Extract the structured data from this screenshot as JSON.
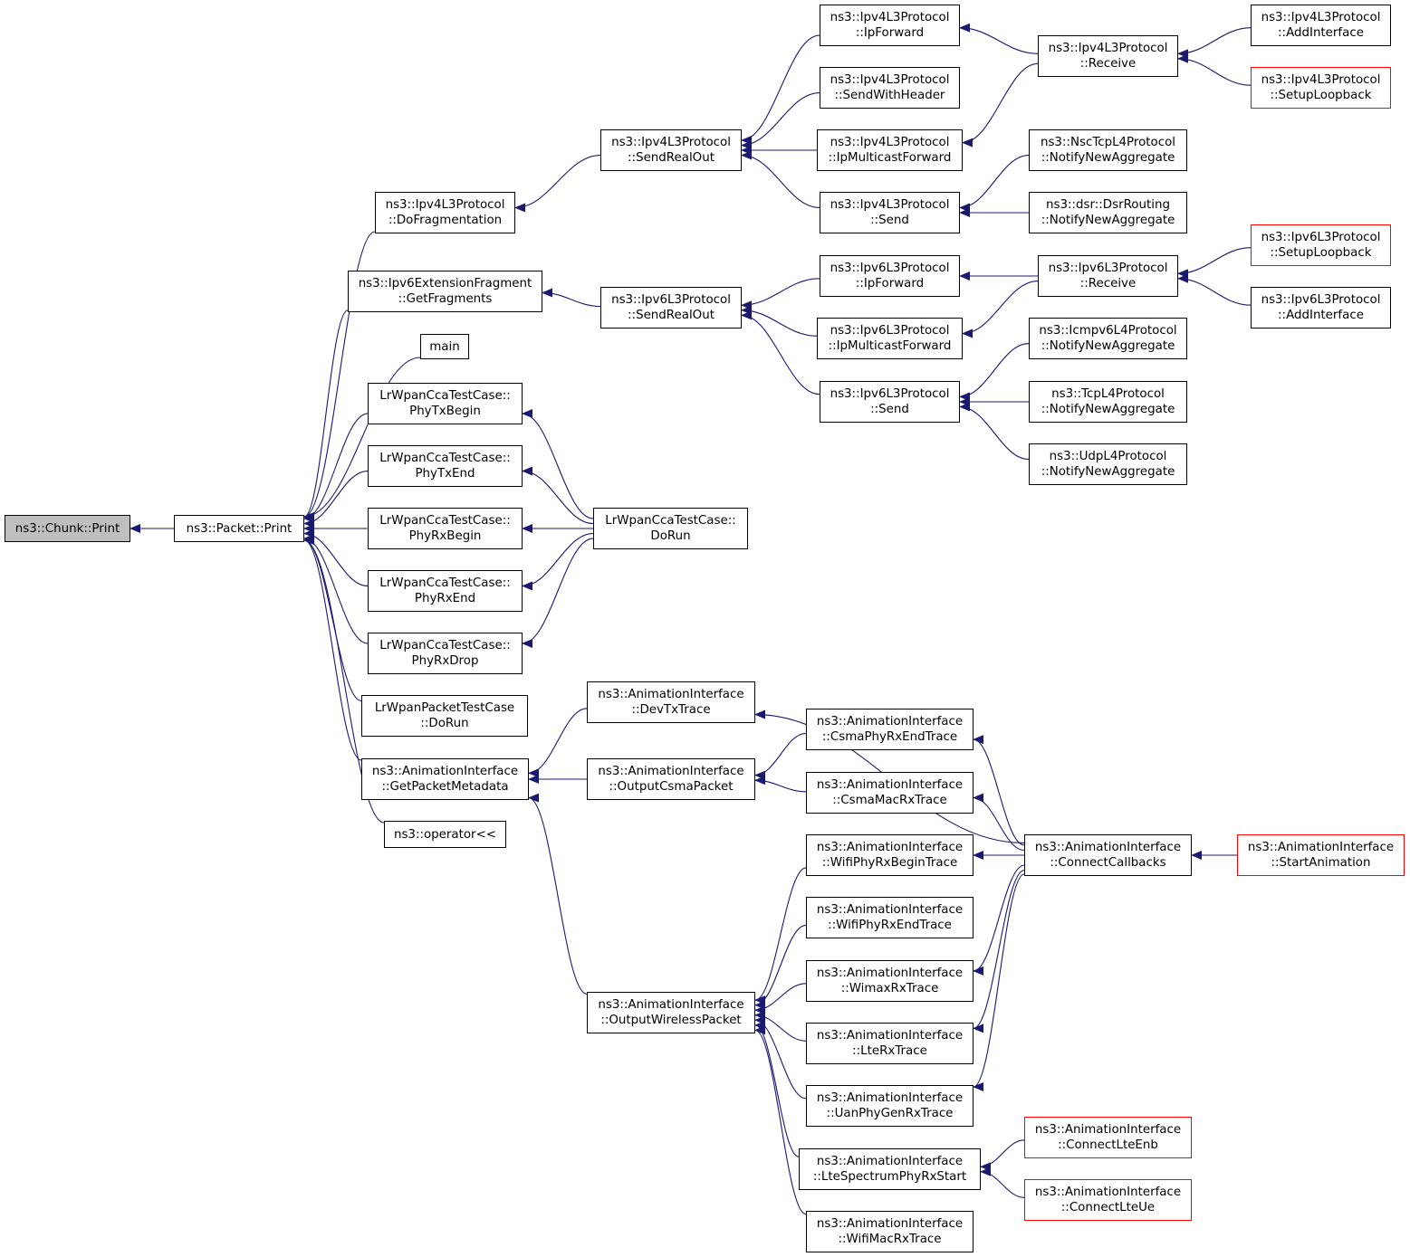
{
  "graph": {
    "colors": {
      "edge": "#191970",
      "node_border": "#000000",
      "truncated_border": "#ff0000",
      "root_fill": "#bfbfbf"
    },
    "nodes": [
      {
        "id": "chunk_print",
        "lines": [
          "ns3::Chunk::Print"
        ],
        "root": true
      },
      {
        "id": "packet_print",
        "lines": [
          "ns3::Packet::Print"
        ]
      },
      {
        "id": "ipv4_dofrag",
        "lines": [
          "ns3::Ipv4L3Protocol",
          "::DoFragmentation"
        ]
      },
      {
        "id": "ipv6ext_getfrag",
        "lines": [
          "ns3::Ipv6ExtensionFragment",
          "::GetFragments"
        ]
      },
      {
        "id": "main",
        "lines": [
          "main"
        ]
      },
      {
        "id": "lrwpan_phytxbegin",
        "lines": [
          "LrWpanCcaTestCase::",
          "PhyTxBegin"
        ]
      },
      {
        "id": "lrwpan_phytxend",
        "lines": [
          "LrWpanCcaTestCase::",
          "PhyTxEnd"
        ]
      },
      {
        "id": "lrwpan_phyrxbegin",
        "lines": [
          "LrWpanCcaTestCase::",
          "PhyRxBegin"
        ]
      },
      {
        "id": "lrwpan_phyrxend",
        "lines": [
          "LrWpanCcaTestCase::",
          "PhyRxEnd"
        ]
      },
      {
        "id": "lrwpan_phyrxdrop",
        "lines": [
          "LrWpanCcaTestCase::",
          "PhyRxDrop"
        ]
      },
      {
        "id": "lrwpan_packet_dorun",
        "lines": [
          "LrWpanPacketTestCase",
          "::DoRun"
        ]
      },
      {
        "id": "anim_getpacketmetadata",
        "lines": [
          "ns3::AnimationInterface",
          "::GetPacketMetadata"
        ]
      },
      {
        "id": "operator_lshift",
        "lines": [
          "ns3::operator<<"
        ]
      },
      {
        "id": "ipv4_sendrealout",
        "lines": [
          "ns3::Ipv4L3Protocol",
          "::SendRealOut"
        ]
      },
      {
        "id": "ipv6_sendrealout",
        "lines": [
          "ns3::Ipv6L3Protocol",
          "::SendRealOut"
        ]
      },
      {
        "id": "lrwpan_cca_dorun",
        "lines": [
          "LrWpanCcaTestCase::",
          "DoRun"
        ]
      },
      {
        "id": "anim_devtxtrace",
        "lines": [
          "ns3::AnimationInterface",
          "::DevTxTrace"
        ]
      },
      {
        "id": "anim_outputcsmapacket",
        "lines": [
          "ns3::AnimationInterface",
          "::OutputCsmaPacket"
        ]
      },
      {
        "id": "anim_outputwirelesspacket",
        "lines": [
          "ns3::AnimationInterface",
          "::OutputWirelessPacket"
        ]
      },
      {
        "id": "ipv4_ipforward",
        "lines": [
          "ns3::Ipv4L3Protocol",
          "::IpForward"
        ]
      },
      {
        "id": "ipv4_sendwithheader",
        "lines": [
          "ns3::Ipv4L3Protocol",
          "::SendWithHeader"
        ]
      },
      {
        "id": "ipv4_ipmulticastforward",
        "lines": [
          "ns3::Ipv4L3Protocol",
          "::IpMulticastForward"
        ]
      },
      {
        "id": "ipv4_send",
        "lines": [
          "ns3::Ipv4L3Protocol",
          "::Send"
        ]
      },
      {
        "id": "ipv6_ipforward",
        "lines": [
          "ns3::Ipv6L3Protocol",
          "::IpForward"
        ]
      },
      {
        "id": "ipv6_ipmulticastforward",
        "lines": [
          "ns3::Ipv6L3Protocol",
          "::IpMulticastForward"
        ]
      },
      {
        "id": "ipv6_send",
        "lines": [
          "ns3::Ipv6L3Protocol",
          "::Send"
        ]
      },
      {
        "id": "anim_csmaphyrxendtrace",
        "lines": [
          "ns3::AnimationInterface",
          "::CsmaPhyRxEndTrace"
        ]
      },
      {
        "id": "anim_csmamacrxtrace",
        "lines": [
          "ns3::AnimationInterface",
          "::CsmaMacRxTrace"
        ]
      },
      {
        "id": "anim_wifiphyrxbegintrace",
        "lines": [
          "ns3::AnimationInterface",
          "::WifiPhyRxBeginTrace"
        ]
      },
      {
        "id": "anim_wifiphyrxendtrace",
        "lines": [
          "ns3::AnimationInterface",
          "::WifiPhyRxEndTrace"
        ]
      },
      {
        "id": "anim_wimaxrxtrace",
        "lines": [
          "ns3::AnimationInterface",
          "::WimaxRxTrace"
        ]
      },
      {
        "id": "anim_lterxtrace",
        "lines": [
          "ns3::AnimationInterface",
          "::LteRxTrace"
        ]
      },
      {
        "id": "anim_uanphygenrxtrace",
        "lines": [
          "ns3::AnimationInterface",
          "::UanPhyGenRxTrace"
        ]
      },
      {
        "id": "anim_ltespectrumphyrxstart",
        "lines": [
          "ns3::AnimationInterface",
          "::LteSpectrumPhyRxStart"
        ]
      },
      {
        "id": "anim_wifimacrxtrace",
        "lines": [
          "ns3::AnimationInterface",
          "::WifiMacRxTrace"
        ]
      },
      {
        "id": "ipv4_receive",
        "lines": [
          "ns3::Ipv4L3Protocol",
          "::Receive"
        ]
      },
      {
        "id": "nsctcpl4_notify",
        "lines": [
          "ns3::NscTcpL4Protocol",
          "::NotifyNewAggregate"
        ]
      },
      {
        "id": "dsr_notify",
        "lines": [
          "ns3::dsr::DsrRouting",
          "::NotifyNewAggregate"
        ]
      },
      {
        "id": "ipv6_receive",
        "lines": [
          "ns3::Ipv6L3Protocol",
          "::Receive"
        ]
      },
      {
        "id": "icmpv6l4_notify",
        "lines": [
          "ns3::Icmpv6L4Protocol",
          "::NotifyNewAggregate"
        ]
      },
      {
        "id": "tcpl4_notify",
        "lines": [
          "ns3::TcpL4Protocol",
          "::NotifyNewAggregate"
        ]
      },
      {
        "id": "udpl4_notify",
        "lines": [
          "ns3::UdpL4Protocol",
          "::NotifyNewAggregate"
        ]
      },
      {
        "id": "anim_connectcallbacks",
        "lines": [
          "ns3::AnimationInterface",
          "::ConnectCallbacks"
        ]
      },
      {
        "id": "anim_connectlteenb",
        "lines": [
          "ns3::AnimationInterface",
          "::ConnectLteEnb"
        ],
        "truncated": true
      },
      {
        "id": "anim_connectlteue",
        "lines": [
          "ns3::AnimationInterface",
          "::ConnectLteUe"
        ],
        "truncated": true
      },
      {
        "id": "ipv4_addinterface",
        "lines": [
          "ns3::Ipv4L3Protocol",
          "::AddInterface"
        ]
      },
      {
        "id": "ipv4_setuploopback",
        "lines": [
          "ns3::Ipv4L3Protocol",
          "::SetupLoopback"
        ],
        "truncated": true
      },
      {
        "id": "ipv6_setuploopback",
        "lines": [
          "ns3::Ipv6L3Protocol",
          "::SetupLoopback"
        ],
        "truncated": true
      },
      {
        "id": "ipv6_addinterface",
        "lines": [
          "ns3::Ipv6L3Protocol",
          "::AddInterface"
        ]
      },
      {
        "id": "anim_startanimation",
        "lines": [
          "ns3::AnimationInterface",
          "::StartAnimation"
        ],
        "truncated": true
      }
    ],
    "edges": [
      {
        "from": "packet_print",
        "to": "chunk_print"
      },
      {
        "from": "ipv4_dofrag",
        "to": "packet_print"
      },
      {
        "from": "ipv6ext_getfrag",
        "to": "packet_print"
      },
      {
        "from": "main",
        "to": "packet_print"
      },
      {
        "from": "lrwpan_phytxbegin",
        "to": "packet_print"
      },
      {
        "from": "lrwpan_phytxend",
        "to": "packet_print"
      },
      {
        "from": "lrwpan_phyrxbegin",
        "to": "packet_print"
      },
      {
        "from": "lrwpan_phyrxend",
        "to": "packet_print"
      },
      {
        "from": "lrwpan_phyrxdrop",
        "to": "packet_print"
      },
      {
        "from": "lrwpan_packet_dorun",
        "to": "packet_print"
      },
      {
        "from": "anim_getpacketmetadata",
        "to": "packet_print"
      },
      {
        "from": "operator_lshift",
        "to": "packet_print"
      },
      {
        "from": "ipv4_sendrealout",
        "to": "ipv4_dofrag"
      },
      {
        "from": "ipv6_sendrealout",
        "to": "ipv6ext_getfrag"
      },
      {
        "from": "lrwpan_cca_dorun",
        "to": "lrwpan_phytxbegin"
      },
      {
        "from": "lrwpan_cca_dorun",
        "to": "lrwpan_phytxend"
      },
      {
        "from": "lrwpan_cca_dorun",
        "to": "lrwpan_phyrxbegin"
      },
      {
        "from": "lrwpan_cca_dorun",
        "to": "lrwpan_phyrxend"
      },
      {
        "from": "lrwpan_cca_dorun",
        "to": "lrwpan_phyrxdrop"
      },
      {
        "from": "anim_devtxtrace",
        "to": "anim_getpacketmetadata"
      },
      {
        "from": "anim_outputcsmapacket",
        "to": "anim_getpacketmetadata"
      },
      {
        "from": "anim_outputwirelesspacket",
        "to": "anim_getpacketmetadata"
      },
      {
        "from": "ipv4_ipforward",
        "to": "ipv4_sendrealout"
      },
      {
        "from": "ipv4_sendwithheader",
        "to": "ipv4_sendrealout"
      },
      {
        "from": "ipv4_ipmulticastforward",
        "to": "ipv4_sendrealout"
      },
      {
        "from": "ipv4_send",
        "to": "ipv4_sendrealout"
      },
      {
        "from": "ipv6_ipforward",
        "to": "ipv6_sendrealout"
      },
      {
        "from": "ipv6_ipmulticastforward",
        "to": "ipv6_sendrealout"
      },
      {
        "from": "ipv6_send",
        "to": "ipv6_sendrealout"
      },
      {
        "from": "anim_connectcallbacks",
        "to": "anim_devtxtrace"
      },
      {
        "from": "anim_csmaphyrxendtrace",
        "to": "anim_outputcsmapacket"
      },
      {
        "from": "anim_csmamacrxtrace",
        "to": "anim_outputcsmapacket"
      },
      {
        "from": "anim_wifiphyrxbegintrace",
        "to": "anim_outputwirelesspacket"
      },
      {
        "from": "anim_wifiphyrxendtrace",
        "to": "anim_outputwirelesspacket"
      },
      {
        "from": "anim_wimaxrxtrace",
        "to": "anim_outputwirelesspacket"
      },
      {
        "from": "anim_lterxtrace",
        "to": "anim_outputwirelesspacket"
      },
      {
        "from": "anim_uanphygenrxtrace",
        "to": "anim_outputwirelesspacket"
      },
      {
        "from": "anim_ltespectrumphyrxstart",
        "to": "anim_outputwirelesspacket"
      },
      {
        "from": "anim_wifimacrxtrace",
        "to": "anim_outputwirelesspacket"
      },
      {
        "from": "ipv4_receive",
        "to": "ipv4_ipforward"
      },
      {
        "from": "ipv4_receive",
        "to": "ipv4_ipmulticastforward"
      },
      {
        "from": "nsctcpl4_notify",
        "to": "ipv4_send"
      },
      {
        "from": "dsr_notify",
        "to": "ipv4_send"
      },
      {
        "from": "ipv6_receive",
        "to": "ipv6_ipforward"
      },
      {
        "from": "ipv6_receive",
        "to": "ipv6_ipmulticastforward"
      },
      {
        "from": "icmpv6l4_notify",
        "to": "ipv6_send"
      },
      {
        "from": "tcpl4_notify",
        "to": "ipv6_send"
      },
      {
        "from": "udpl4_notify",
        "to": "ipv6_send"
      },
      {
        "from": "anim_connectcallbacks",
        "to": "anim_csmaphyrxendtrace"
      },
      {
        "from": "anim_connectcallbacks",
        "to": "anim_csmamacrxtrace"
      },
      {
        "from": "anim_connectcallbacks",
        "to": "anim_wifiphyrxbegintrace"
      },
      {
        "from": "anim_connectcallbacks",
        "to": "anim_wimaxrxtrace"
      },
      {
        "from": "anim_connectcallbacks",
        "to": "anim_lterxtrace"
      },
      {
        "from": "anim_connectcallbacks",
        "to": "anim_uanphygenrxtrace"
      },
      {
        "from": "anim_connectlteenb",
        "to": "anim_ltespectrumphyrxstart"
      },
      {
        "from": "anim_connectlteue",
        "to": "anim_ltespectrumphyrxstart"
      },
      {
        "from": "ipv4_addinterface",
        "to": "ipv4_receive"
      },
      {
        "from": "ipv4_setuploopback",
        "to": "ipv4_receive"
      },
      {
        "from": "ipv6_setuploopback",
        "to": "ipv6_receive"
      },
      {
        "from": "ipv6_addinterface",
        "to": "ipv6_receive"
      },
      {
        "from": "anim_startanimation",
        "to": "anim_connectcallbacks"
      }
    ]
  }
}
